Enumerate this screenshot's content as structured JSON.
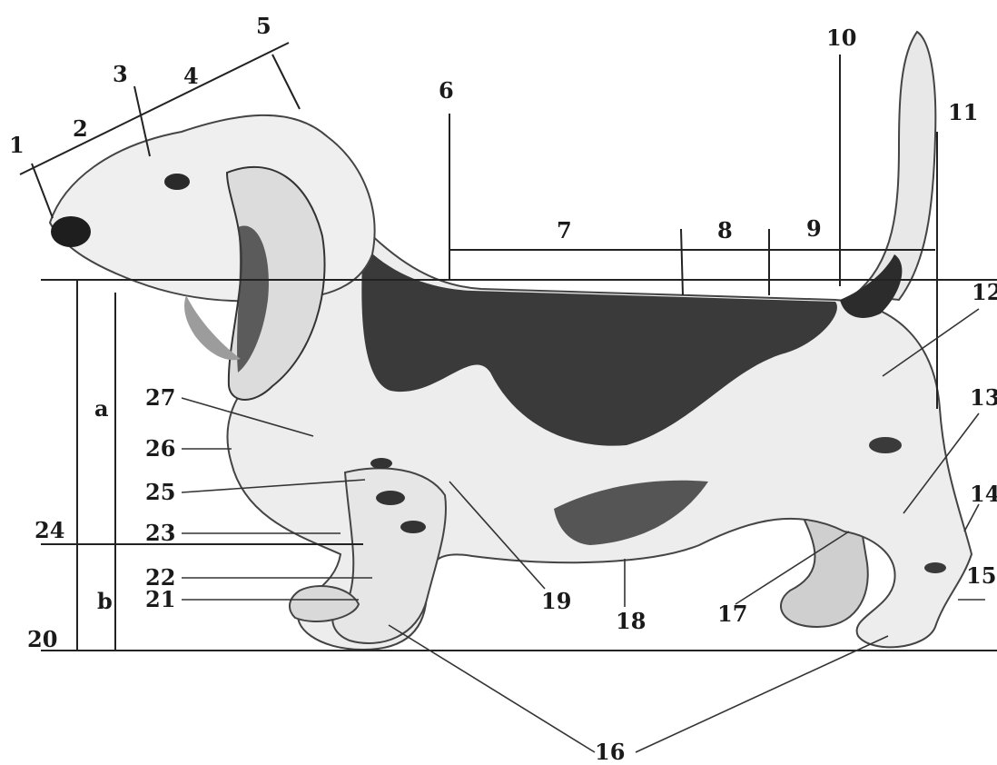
{
  "labels": {
    "n1": "1",
    "n2": "2",
    "n3": "3",
    "n4": "4",
    "n5": "5",
    "n6": "6",
    "n7": "7",
    "n8": "8",
    "n9": "9",
    "n10": "10",
    "n11": "11",
    "n12": "12",
    "n13": "13",
    "n14": "14",
    "n15": "15",
    "n16": "16",
    "n17": "17",
    "n18": "18",
    "n19": "19",
    "n20": "20",
    "n21": "21",
    "n22": "22",
    "n23": "23",
    "n24": "24",
    "n25": "25",
    "n26": "26",
    "n27": "27",
    "a": "a",
    "b": "b"
  },
  "colors": {
    "ink": "#222222",
    "coat_dark": "#262626",
    "coat_light": "#ececec",
    "coat_mid": "#9a9a9a",
    "background": "#ffffff"
  }
}
